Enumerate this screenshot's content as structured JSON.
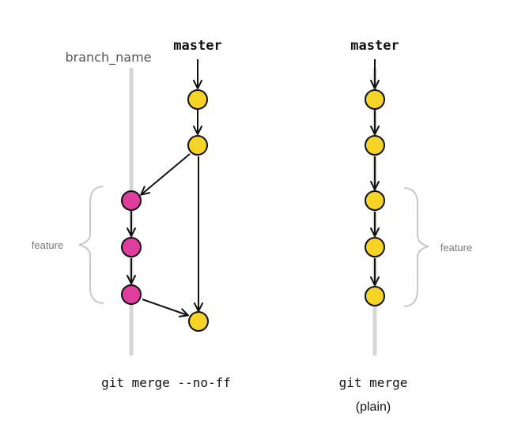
{
  "left_diagram": {
    "branch_label": "branch_name",
    "master_label": "master",
    "feature_label": "feature",
    "caption": "git merge --no-ff"
  },
  "right_diagram": {
    "master_label": "master",
    "feature_label": "feature",
    "caption": "git merge",
    "caption_sub": "(plain)"
  },
  "colors": {
    "master_commit": "#f5d327",
    "feature_commit": "#e03e9f",
    "branch_line": "#d6d6d6",
    "arrow": "#111111",
    "brace": "#c8c8c8"
  }
}
